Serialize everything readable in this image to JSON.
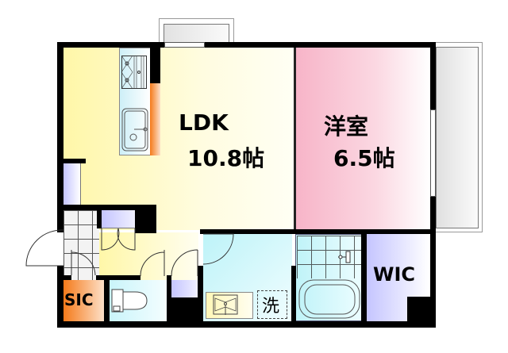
{
  "plan": {
    "rooms": [
      {
        "id": "ldk",
        "name": "LDK",
        "size": "10.8帖"
      },
      {
        "id": "western",
        "name": "洋室",
        "size": "6.5帖"
      },
      {
        "id": "wic",
        "name": "WIC"
      },
      {
        "id": "sic",
        "name": "SIC"
      },
      {
        "id": "washer",
        "name": "洗"
      }
    ],
    "colors": {
      "ldk": "#fffcc0",
      "western": "#f9b3c8",
      "wic": "#c8c8ff",
      "sic": "#f58a2a",
      "bath": "#bff3f8",
      "balcony": "#e6e6e6",
      "wall": "#000000"
    }
  }
}
